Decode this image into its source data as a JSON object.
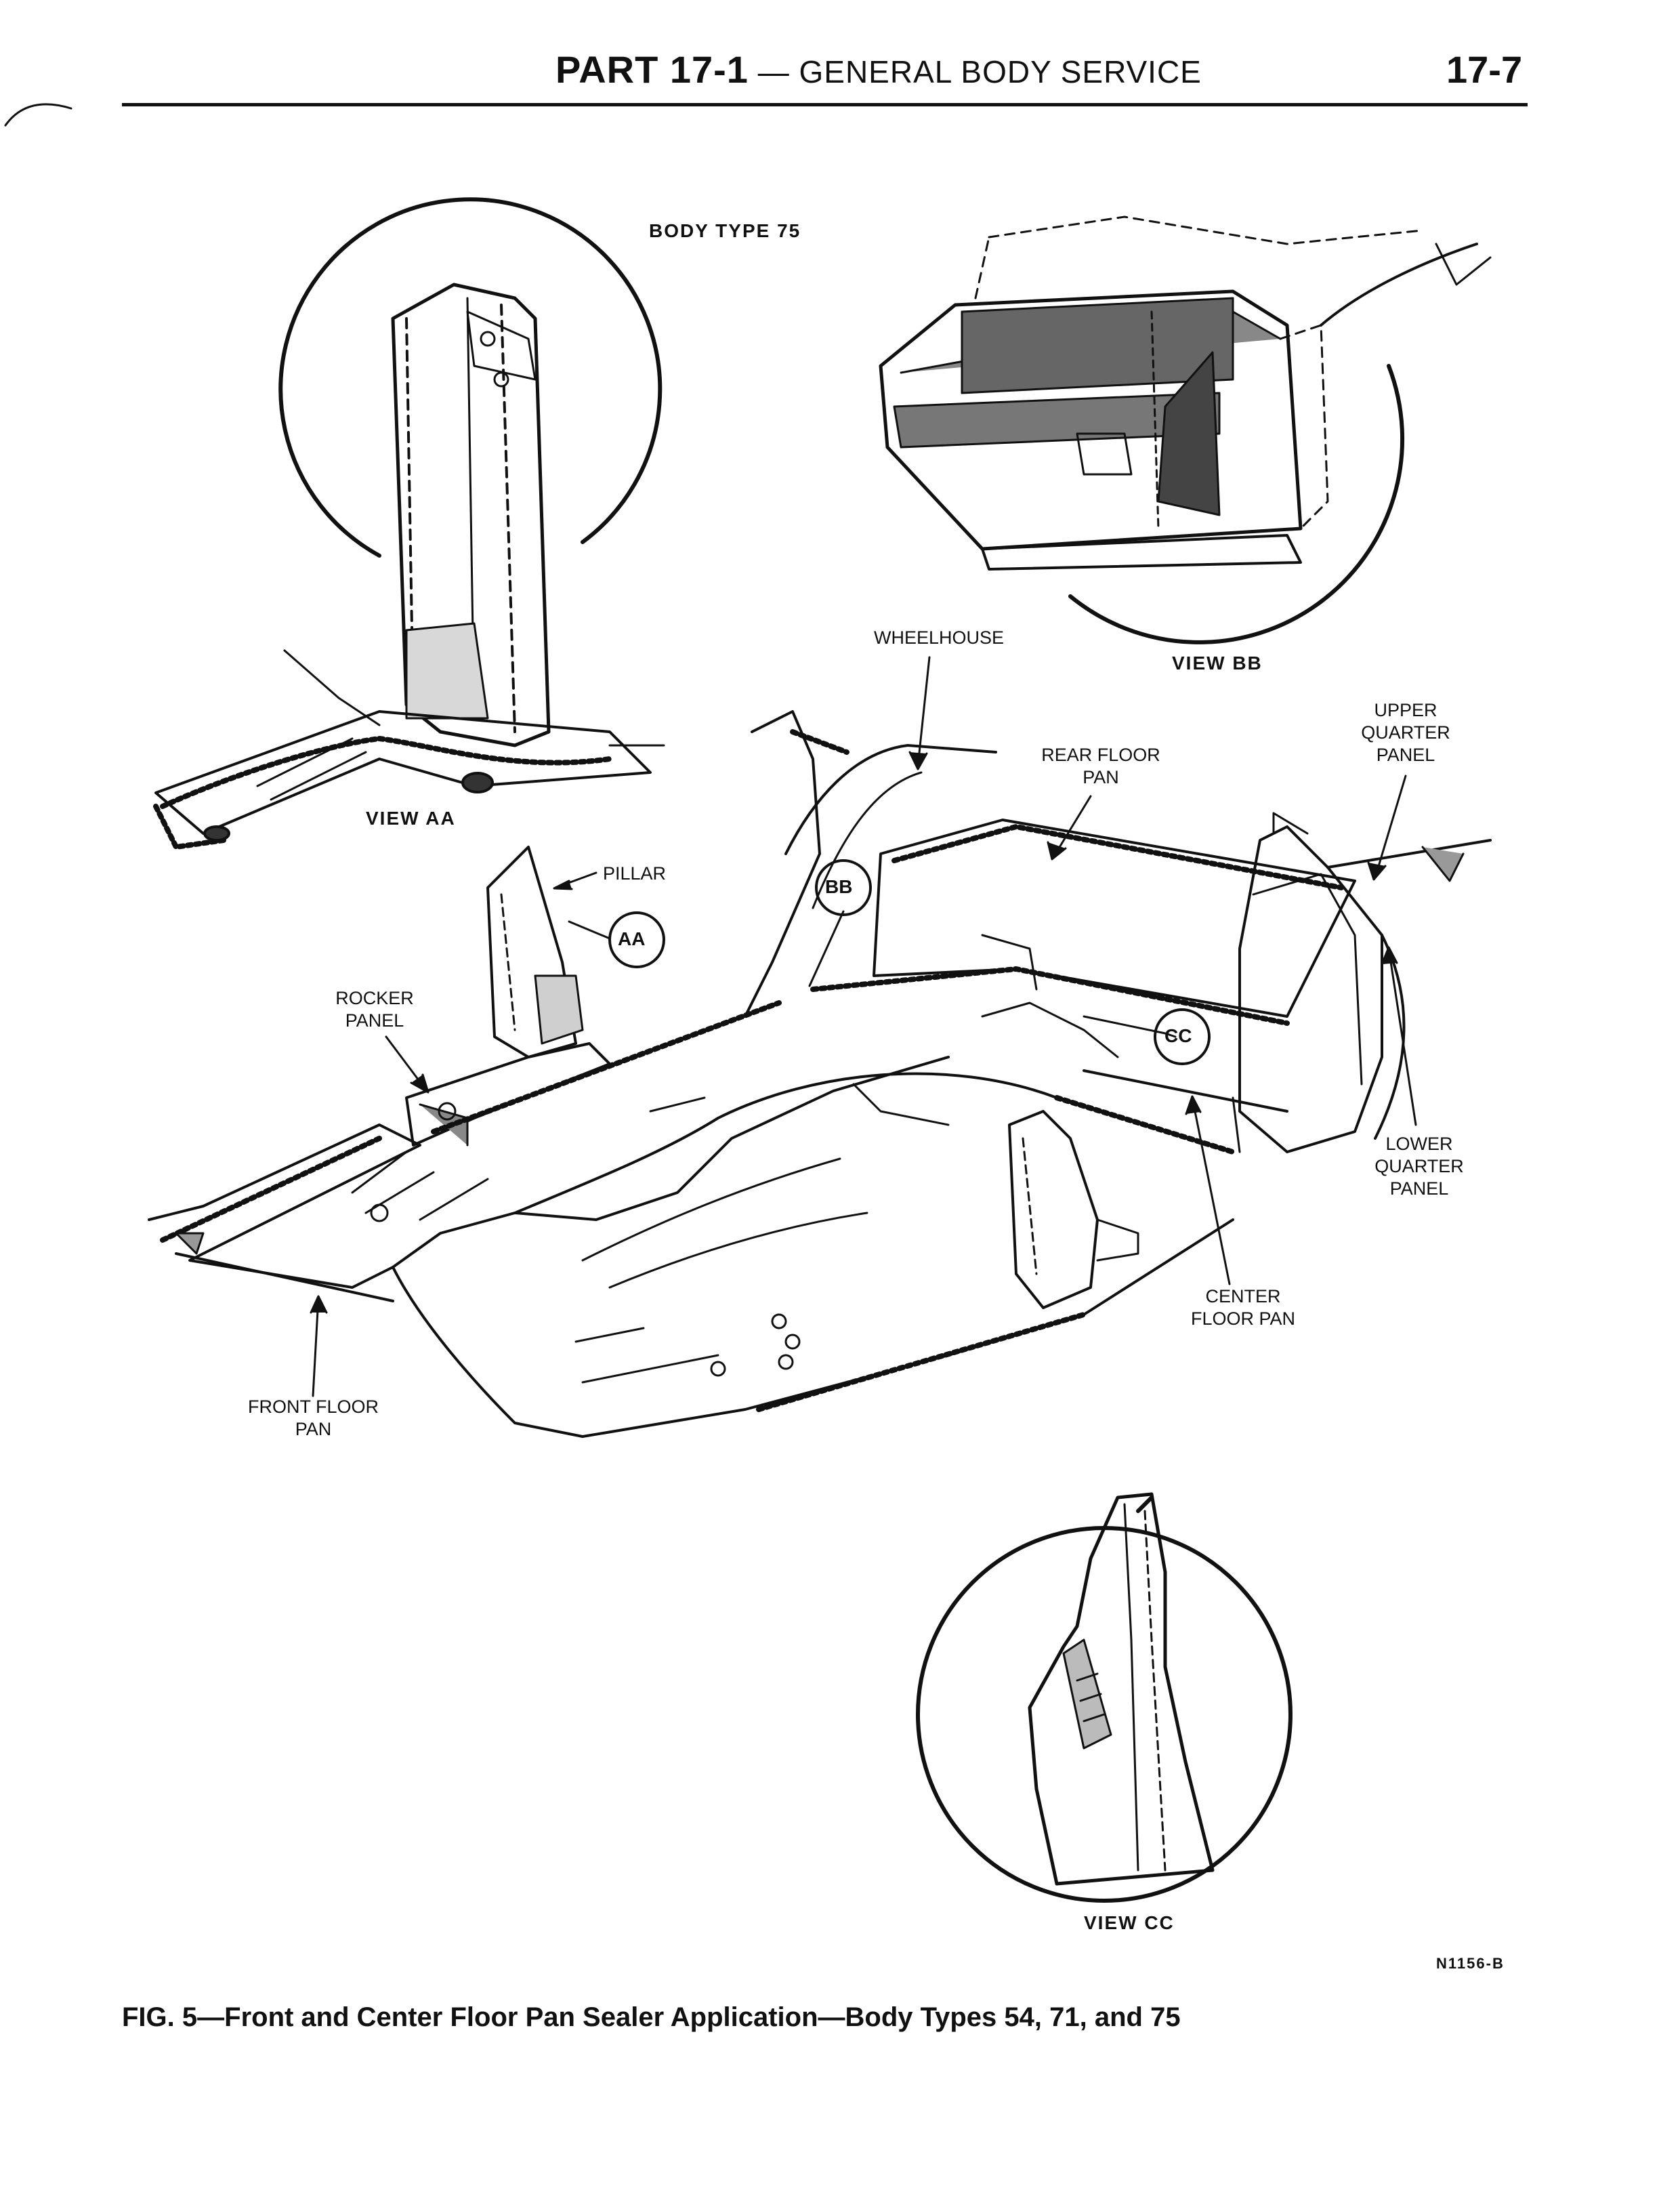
{
  "header": {
    "part_label": "PART 17-1",
    "section_title": "GENERAL BODY SERVICE",
    "page_number": "17-7"
  },
  "figure": {
    "body_type_label": "BODY TYPE 75",
    "view_labels": {
      "aa": "VIEW AA",
      "bb": "VIEW BB",
      "cc": "VIEW CC"
    },
    "callouts": {
      "aa": "AA",
      "bb": "BB",
      "cc": "CC"
    },
    "parts": {
      "wheelhouse": "WHEELHOUSE",
      "rear_floor_pan": "REAR FLOOR\nPAN",
      "upper_quarter_panel": "UPPER\nQUARTER\nPANEL",
      "pillar": "PILLAR",
      "rocker_panel": "ROCKER\nPANEL",
      "lower_quarter_panel": "LOWER\nQUARTER\nPANEL",
      "center_floor_pan": "CENTER\nFLOOR PAN",
      "front_floor_pan": "FRONT FLOOR\nPAN"
    },
    "drawing_code": "N1156-B"
  },
  "caption": "FIG. 5—Front and Center Floor Pan Sealer Application—Body Types 54, 71, and 75"
}
